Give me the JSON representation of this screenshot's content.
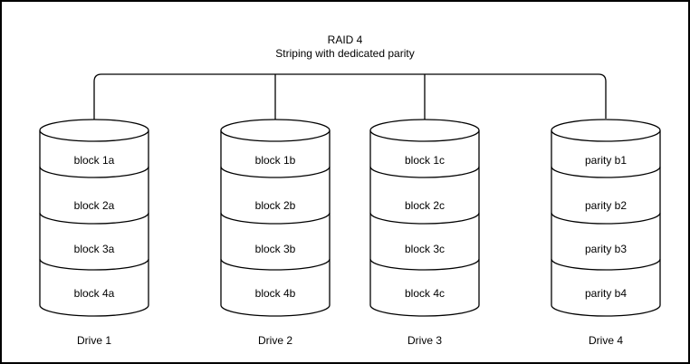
{
  "diagram": {
    "title": "RAID 4",
    "subtitle": "Striping with dedicated parity"
  },
  "drives": [
    {
      "name": "Drive 1",
      "blocks": [
        "block 1a",
        "block 2a",
        "block 3a",
        "block 4a"
      ]
    },
    {
      "name": "Drive 2",
      "blocks": [
        "block 1b",
        "block 2b",
        "block 3b",
        "block 4b"
      ]
    },
    {
      "name": "Drive 3",
      "blocks": [
        "block 1c",
        "block 2c",
        "block 3c",
        "block 4c"
      ]
    },
    {
      "name": "Drive 4",
      "blocks": [
        "parity b1",
        "parity b2",
        "parity b3",
        "parity b4"
      ]
    }
  ],
  "colors": {
    "stroke": "#000000",
    "fill": "#ffffff",
    "background": "#ffffff"
  }
}
